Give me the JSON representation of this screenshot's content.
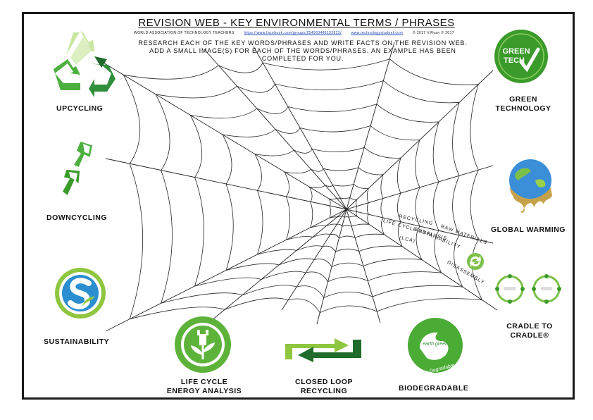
{
  "header": {
    "title": "REVISION WEB - KEY ENVIRONMENTAL TERMS / PHRASES",
    "org": "WORLD ASSOCIATION OF TECHNOLOGY TEACHERS",
    "link1": "https://www.facebook.com/groups/254963448192823/",
    "link2": "www.technologystudent.com",
    "copyright": "© 2017 V.Ryan © 2017",
    "instructions": "RESEARCH EACH OF THE KEY WORDS/PHRASES AND WRITE FACTS ON THE REVISION WEB. ADD A SMALL IMAGE(S) FOR EACH OF THE WORDS/PHRASES. AN EXAMPLE HAS BEEN COMPLETED FOR YOU."
  },
  "terms": {
    "upcycling": "UPCYCLING",
    "downcycling": "DOWNCYCLING",
    "sustainability": "SUSTAINABILITY",
    "lifecycle_l1": "LIFE CYCLE",
    "lifecycle_l2": "ENERGY ANALYSIS",
    "closedloop_l1": "CLOSED LOOP",
    "closedloop_l2": "RECYCLING",
    "biodegradable": "BIODEGRADABLE",
    "cradle_l1": "CRADLE TO",
    "cradle_l2": "CRADLE®",
    "globalwarming": "GLOBAL WARMING",
    "greentech_l1": "GREEN",
    "greentech_l2": "TECHNOLOGY"
  },
  "example": {
    "recycling": "RECYCLING",
    "raw_materials": "RAW MATERIALS",
    "lca_l1": "LIFE CYCLE ANALYSIS",
    "lca_l2": "(LCA)",
    "sustainability": "SUSTAINABILITY",
    "disassembly": "DISASSEMBLY"
  },
  "icon_text": {
    "green_tech_1": "GREEN",
    "green_tech_2": "TECH",
    "earth_green": "earth green",
    "bio_degradable": "Bio-Degradable",
    "life_cycle_ring": "LIFE CYCLE ENERGY ANALYSIS"
  },
  "colors": {
    "green": "#3a9a2a",
    "dark_green": "#1f6b1f",
    "light_green": "#9ad14b",
    "blue": "#2a8ed0"
  }
}
